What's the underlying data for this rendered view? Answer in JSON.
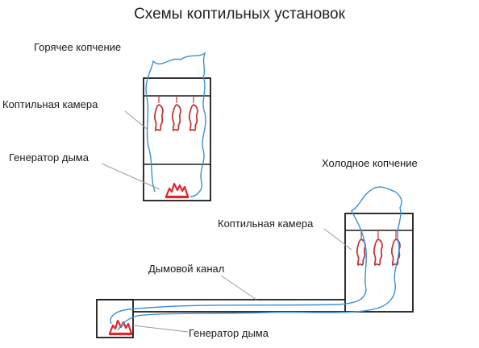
{
  "title": "Схемы коптильных установок",
  "hot": {
    "heading": "Горячее копчение",
    "chamber_label": "Коптильная камера",
    "generator_label": "Генератор дыма"
  },
  "cold": {
    "heading": "Холодное копчение",
    "chamber_label": "Коптильная камера",
    "channel_label": "Дымовой канал",
    "generator_label": "Генератор дыма"
  },
  "colors": {
    "outline": "#1a1a1a",
    "smoke": "#3b8fd6",
    "fish": "#c0393b",
    "fire": "#e0262b",
    "leader": "#9a9a9a"
  },
  "icons": [
    "fish-icon",
    "fire-icon",
    "smoke-path"
  ]
}
